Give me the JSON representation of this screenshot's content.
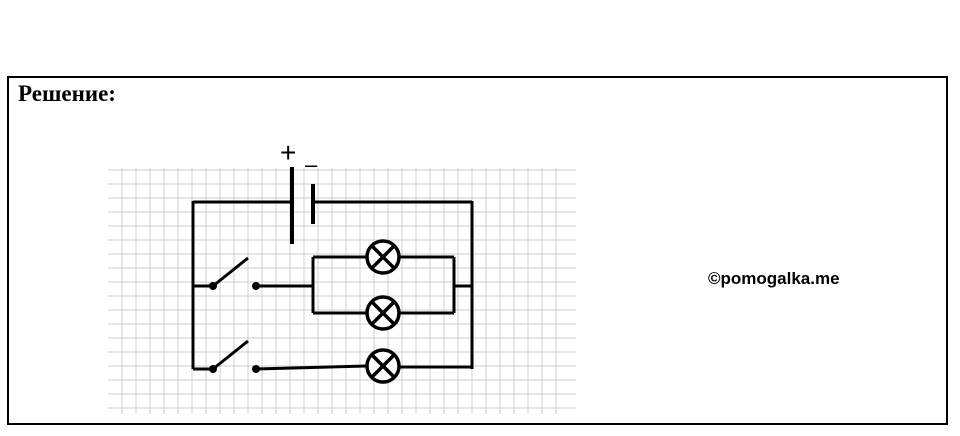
{
  "heading": "Решение:",
  "watermark": "©pomogalka.me",
  "colors": {
    "ink": "#000000",
    "grid": "#cfcfcf",
    "background": "#ffffff"
  },
  "circuit": {
    "battery_plus": "+",
    "battery_minus": "–",
    "components": [
      {
        "type": "battery",
        "name": "battery"
      },
      {
        "type": "switch",
        "name": "switch-1",
        "state": "open"
      },
      {
        "type": "switch",
        "name": "switch-2",
        "state": "open"
      },
      {
        "type": "lamp",
        "name": "lamp-1"
      },
      {
        "type": "lamp",
        "name": "lamp-2"
      },
      {
        "type": "lamp",
        "name": "lamp-3"
      }
    ]
  }
}
